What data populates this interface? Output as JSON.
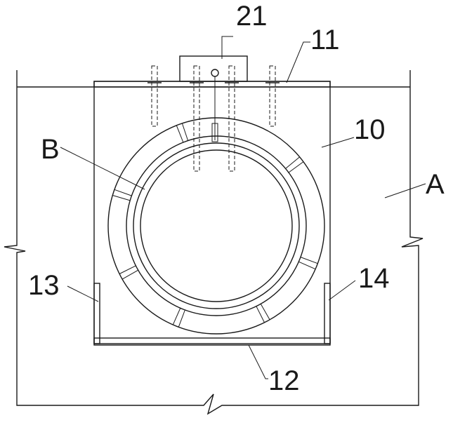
{
  "labels": {
    "l21": "21",
    "l11": "11",
    "l10": "10",
    "lB": "B",
    "lA": "A",
    "l13": "13",
    "l14": "14",
    "l12": "12"
  }
}
